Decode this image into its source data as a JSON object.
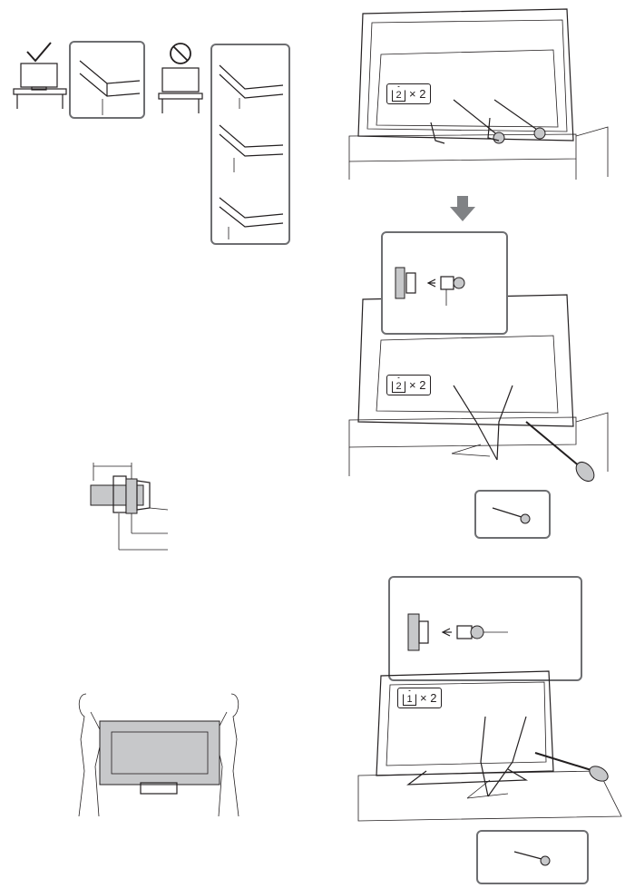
{
  "badges": {
    "top": {
      "key": "2",
      "qty": "× 2"
    },
    "middle": {
      "key": "2",
      "qty": "× 2"
    },
    "bottom": {
      "key": "1",
      "qty": "× 2"
    }
  },
  "icons": {
    "ok": "checkmark-icon",
    "no": "prohibited-icon",
    "arrow": "down-arrow-icon"
  },
  "colors": {
    "line": "#231f20",
    "callout_border": "#6d6e71",
    "fill_gray": "#c7c8ca",
    "arrow": "#808285"
  }
}
